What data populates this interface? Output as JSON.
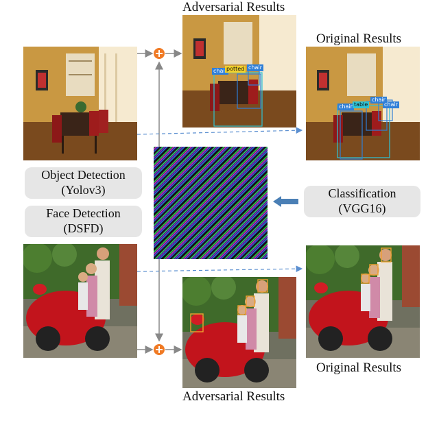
{
  "labels": {
    "adversarial_top": "Adversarial Results",
    "original_top": "Original Results",
    "adversarial_bottom": "Adversarial Results",
    "original_bottom": "Original Results"
  },
  "tasks": {
    "object_detection": {
      "line1": "Object Detection",
      "line2": "(Yolov3)"
    },
    "face_detection": {
      "line1": "Face Detection",
      "line2": "(DSFD)"
    },
    "classification": {
      "line1": "Classification",
      "line2": "(VGG16)"
    }
  },
  "detections": {
    "adversarial_top": [
      "chair",
      "potted",
      "chair"
    ],
    "original_top": [
      "chair",
      "table",
      "chair",
      "chair"
    ]
  },
  "colors": {
    "flow_arrow": "#888888",
    "dashed_arrow": "#5b8fd0",
    "plus_node": "#f07a24",
    "classification_arrow": "#4a7fb5",
    "pill_bg": "#e6e6e6",
    "det_label_bg": "#2f7fd8",
    "det_box": "#2ec4d6",
    "face_box": "#f0a030"
  }
}
